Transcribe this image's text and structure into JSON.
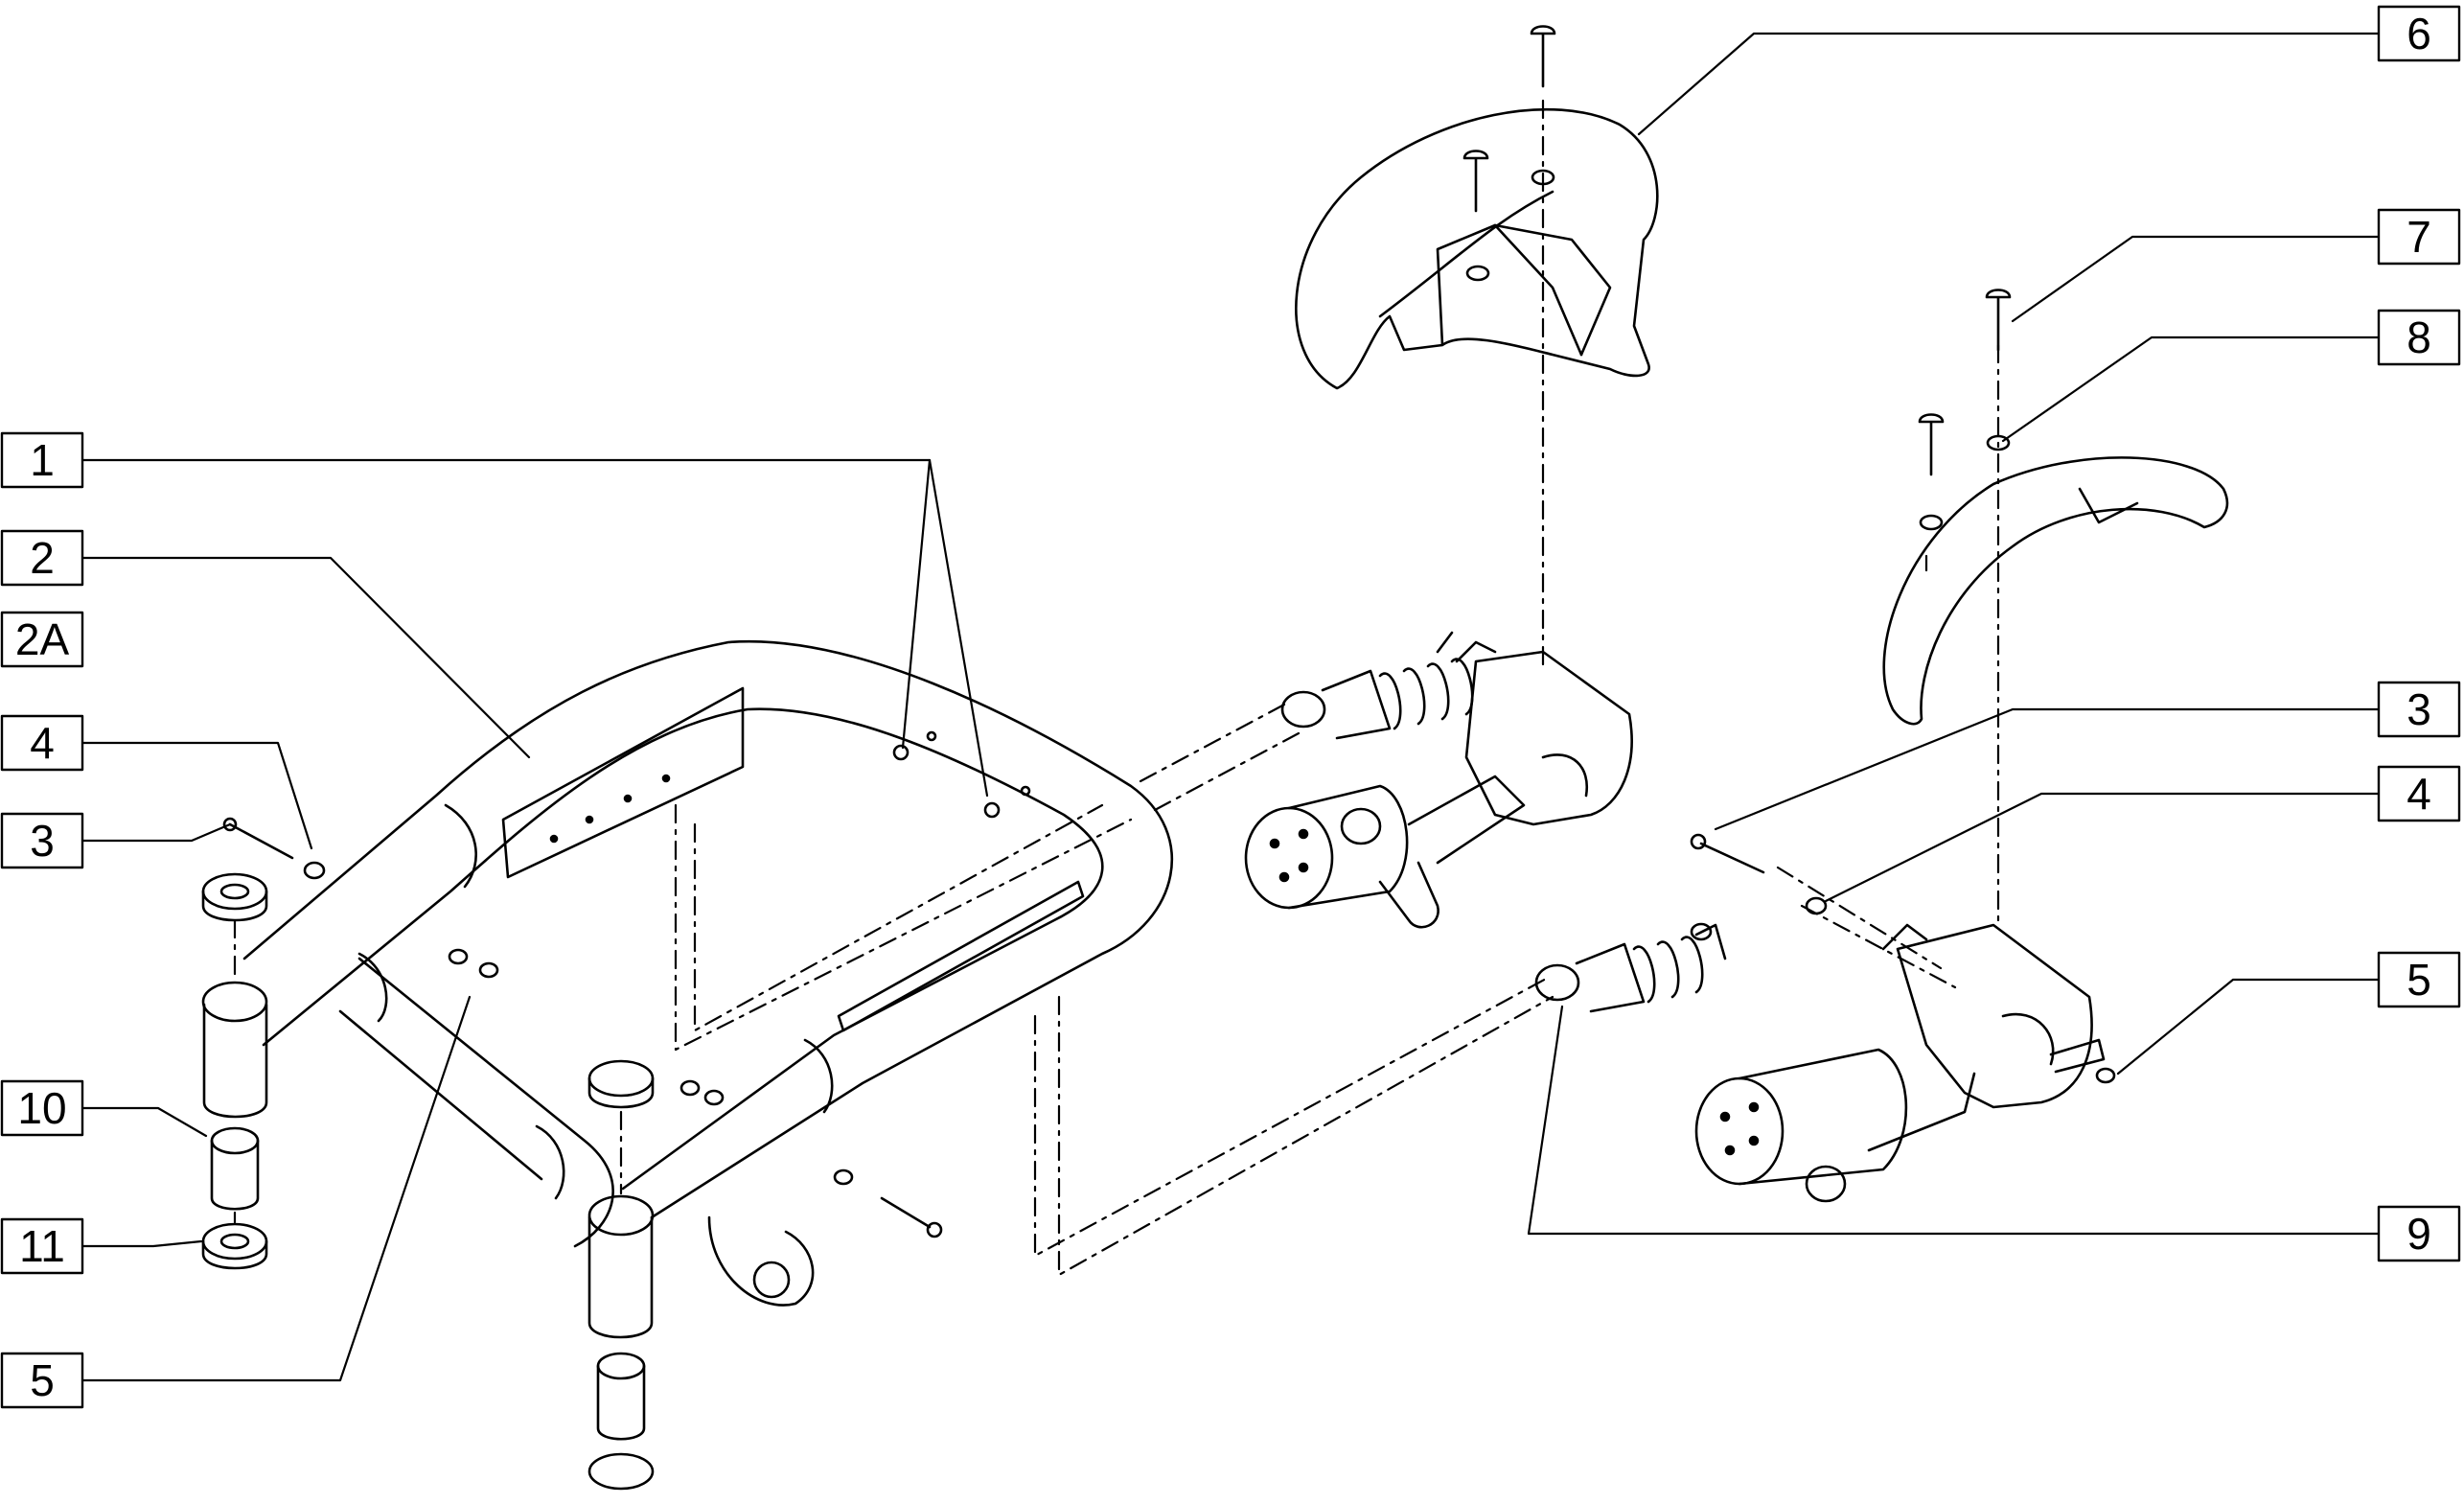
{
  "diagram": {
    "callouts": [
      {
        "id": "c1",
        "label": "1"
      },
      {
        "id": "c2",
        "label": "2"
      },
      {
        "id": "c2a",
        "label": "2A"
      },
      {
        "id": "c4l",
        "label": "4"
      },
      {
        "id": "c3l",
        "label": "3"
      },
      {
        "id": "c10",
        "label": "10"
      },
      {
        "id": "c11",
        "label": "11"
      },
      {
        "id": "c5l",
        "label": "5"
      },
      {
        "id": "c6",
        "label": "6"
      },
      {
        "id": "c7",
        "label": "7"
      },
      {
        "id": "c8",
        "label": "8"
      },
      {
        "id": "c3r",
        "label": "3"
      },
      {
        "id": "c4r",
        "label": "4"
      },
      {
        "id": "c5r",
        "label": "5"
      },
      {
        "id": "c9",
        "label": "9"
      }
    ]
  }
}
